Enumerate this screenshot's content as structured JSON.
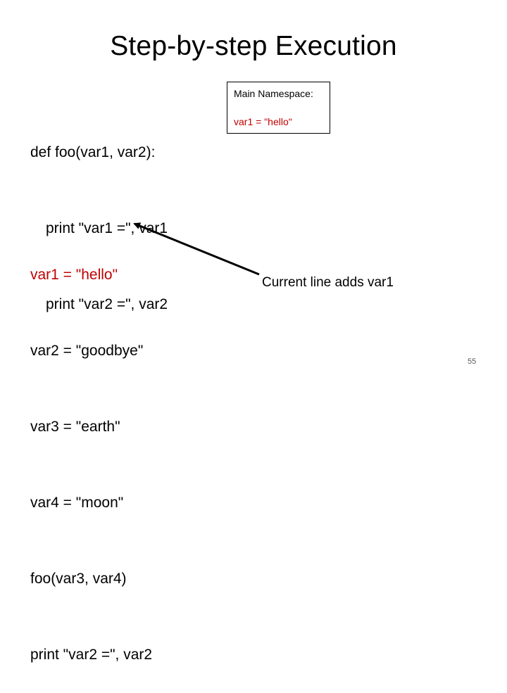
{
  "slide": {
    "title": "Step-by-step Execution",
    "function_def": {
      "header": "def foo(var1, var2):",
      "body": [
        "print \"var1 =\", var1",
        "print \"var2 =\", var2"
      ]
    },
    "main_code": [
      "var1 = \"hello\"",
      "var2 = \"goodbye\"",
      "var3 = \"earth\"",
      "var4 = \"moon\"",
      "foo(var3, var4)",
      "print \"var2 =\", var2"
    ],
    "current_line_index": 0,
    "namespace": {
      "title": "Main Namespace:",
      "entries": [
        "var1 = \"hello\""
      ]
    },
    "annotation": "Current line adds var1",
    "page_number": "55",
    "highlight_color": "#c00000"
  }
}
